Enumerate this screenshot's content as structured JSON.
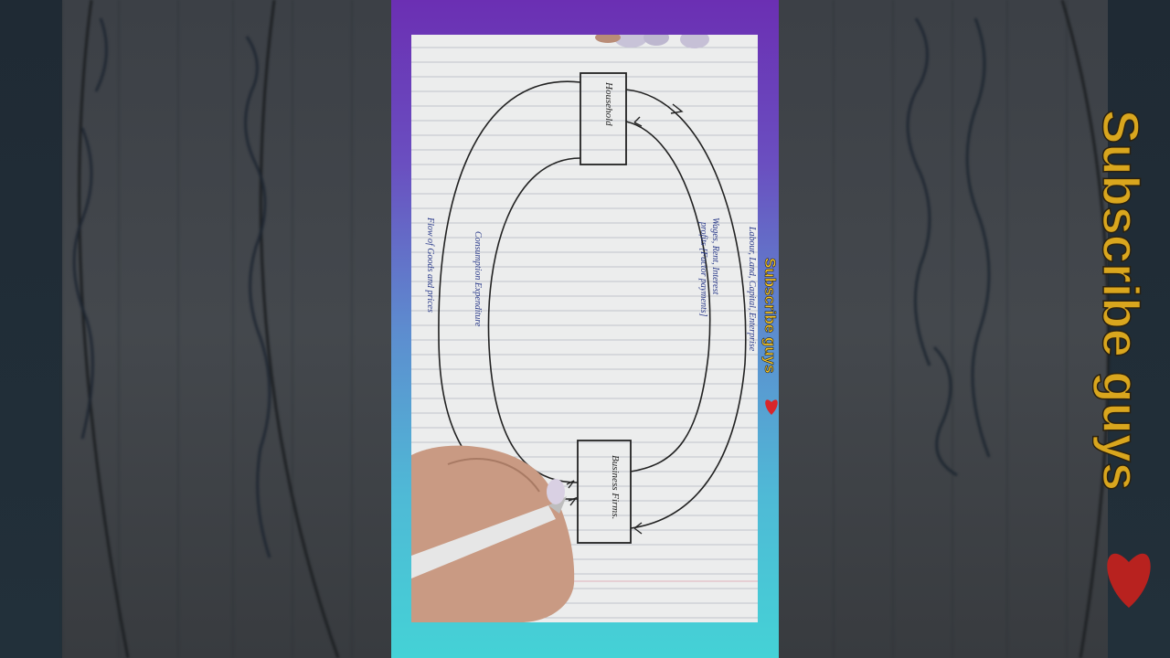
{
  "overlay": {
    "subscribe_text": "Subscribe guys",
    "heart_icon": "heart-icon"
  },
  "diagram": {
    "household_label": "Household",
    "business_label": "Business Firms.",
    "outer_right_label": "Labour, Land, Capital, Enterprise",
    "inner_right_label_line1": "Wages, Rent, Interest",
    "inner_right_label_line2": "profits [Factor payments]",
    "inner_left_label": "Consumption Expenditure",
    "outer_left_label": "Flow of Goods and prices"
  },
  "colors": {
    "panel_gradient_top": "#6b2fb3",
    "panel_gradient_bottom": "#44d2d6",
    "subscribe_yellow": "#f6c526",
    "heart_red": "#d8262a"
  }
}
